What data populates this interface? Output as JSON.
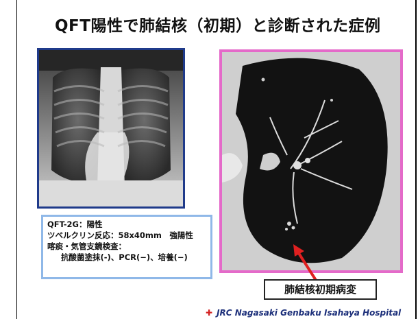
{
  "slide": {
    "title": "QFT陽性で肺結核（初期）と診断された症例"
  },
  "info_box": {
    "line1": "QFT-2G：陽性",
    "line2": "ツベルクリン反応：58x40mm　強陽性",
    "line3": "喀痰・気管支鏡検査：",
    "line4": "抗酸菌塗抹(-)、PCR(−)、培養(−)"
  },
  "annotation": {
    "lesion_label": "肺結核初期病変"
  },
  "footer": {
    "logo_symbol": "✚",
    "hospital": "JRC Nagasaki Genbaku Isahaya Hospital"
  },
  "colors": {
    "xray_border": "#1f3a8a",
    "ct_border": "#e46ac9",
    "info_border": "#8fb8e8",
    "arrow": "#e02020",
    "footer_text": "#1c2f7a"
  }
}
